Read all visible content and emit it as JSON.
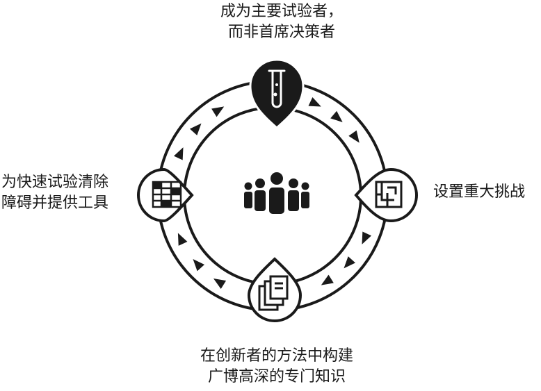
{
  "labels": {
    "top": [
      "成为主要试验者，",
      "而非首席决策者"
    ],
    "right": [
      "设置重大挑战"
    ],
    "bottom": [
      "在创新者的方法中构建",
      "广博高深的专门知识"
    ],
    "left": [
      "为快速试验清除",
      "障碍并提供工具"
    ]
  },
  "icons": {
    "center": "team-people-icon",
    "top": "test-tube-icon",
    "right": "maze-icon",
    "bottom": "documents-icon",
    "left": "toolbox-grid-icon"
  },
  "colors": {
    "ink": "#1a1a1a",
    "paper": "#ffffff",
    "active_node": "#1a1a1a"
  }
}
